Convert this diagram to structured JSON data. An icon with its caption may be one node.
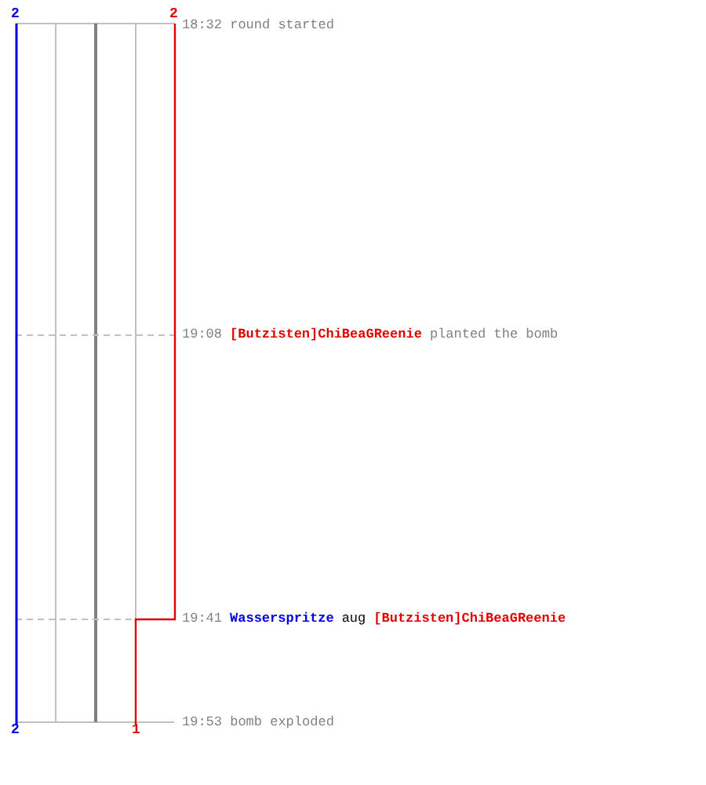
{
  "diagram": {
    "labels": [
      "2",
      "2",
      "18:32 round started",
      "19:08",
      "[Butzisten]ChiBeaGReenie",
      "planted the bomb",
      "19:41",
      "Wasserspritze",
      "aug",
      "[Butzisten]ChiBeaGReenie",
      "2",
      "1",
      "19:53 bomb exploded"
    ]
  }
}
